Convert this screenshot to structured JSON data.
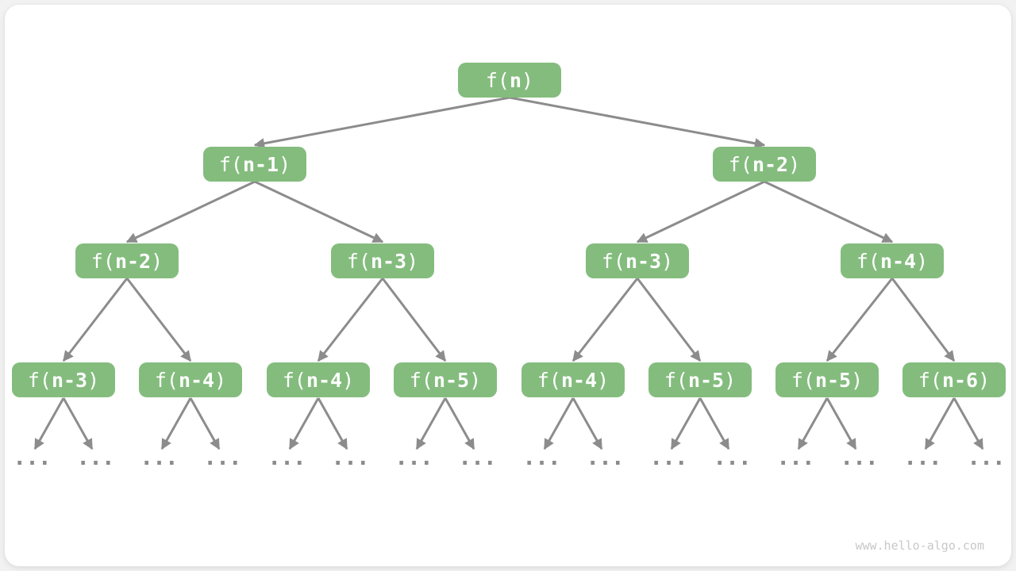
{
  "watermark": "www.hello-algo.com",
  "ellipsis": "...",
  "colors": {
    "node_fill": "#84bc7e",
    "node_text": "#ffffff",
    "arrow": "#8c8c8c",
    "ellipsis_dots": "#8b8b8b",
    "watermark_text": "#c8c8c8",
    "card_background": "#ffffff",
    "page_background": "#f2f2f2"
  },
  "nodes": {
    "root": {
      "pre": "f(",
      "arg": "n",
      "post": ")"
    },
    "l2": [
      {
        "pre": "f(",
        "arg": "n-1",
        "post": ")"
      },
      {
        "pre": "f(",
        "arg": "n-2",
        "post": ")"
      }
    ],
    "l3": [
      {
        "pre": "f(",
        "arg": "n-2",
        "post": ")"
      },
      {
        "pre": "f(",
        "arg": "n-3",
        "post": ")"
      },
      {
        "pre": "f(",
        "arg": "n-3",
        "post": ")"
      },
      {
        "pre": "f(",
        "arg": "n-4",
        "post": ")"
      }
    ],
    "l4": [
      {
        "pre": "f(",
        "arg": "n-3",
        "post": ")"
      },
      {
        "pre": "f(",
        "arg": "n-4",
        "post": ")"
      },
      {
        "pre": "f(",
        "arg": "n-4",
        "post": ")"
      },
      {
        "pre": "f(",
        "arg": "n-5",
        "post": ")"
      },
      {
        "pre": "f(",
        "arg": "n-4",
        "post": ")"
      },
      {
        "pre": "f(",
        "arg": "n-5",
        "post": ")"
      },
      {
        "pre": "f(",
        "arg": "n-5",
        "post": ")"
      },
      {
        "pre": "f(",
        "arg": "n-6",
        "post": ")"
      }
    ]
  }
}
